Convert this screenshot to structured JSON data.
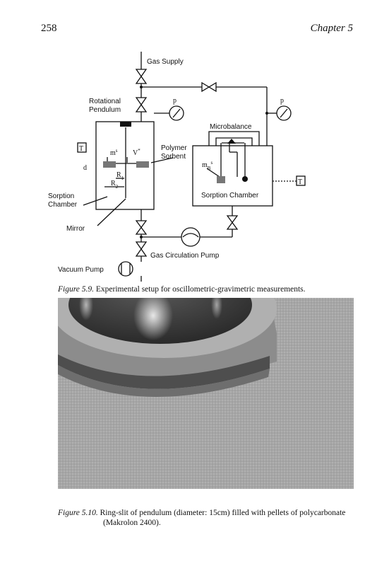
{
  "page": {
    "number": "258",
    "chapter": "Chapter 5"
  },
  "figure1": {
    "labels": {
      "gas_supply": "Gas Supply",
      "rotational": "Rotational",
      "pendulum": "Pendulum",
      "p_left": "p",
      "p_right": "p",
      "microbalance": "Microbalance",
      "polymer": "Polymer",
      "sorbent": "Sorbent",
      "T_left": "T",
      "T_right": "T",
      "ms": "m",
      "ms_sup": "s",
      "vstar": "V",
      "vstar_sup": "*",
      "d": "d",
      "r1": "R",
      "r1_sub": "1",
      "r2": "R",
      "r2_sub": "2",
      "mbs": "m",
      "mbs_sub": "B",
      "mbs_sup": "s",
      "sorption_left_1": "Sorption",
      "sorption_left_2": "Chamber",
      "sorption_chamber": "Sorption Chamber",
      "mirror": "Mirror",
      "gas_circulation_pump": "Gas Circulation Pump",
      "vacuum_pump": "Vacuum Pump"
    },
    "caption_label": "Figure 5.9.",
    "caption_text": "Experimental setup for oscillometric-gravimetric measurements."
  },
  "figure2": {
    "caption_label": "Figure 5.10.",
    "caption_line1": "Ring-slit of pendulum (diameter: 15cm) filled with pellets of polycarbonate",
    "caption_line2": "(Makrolon 2400)."
  }
}
